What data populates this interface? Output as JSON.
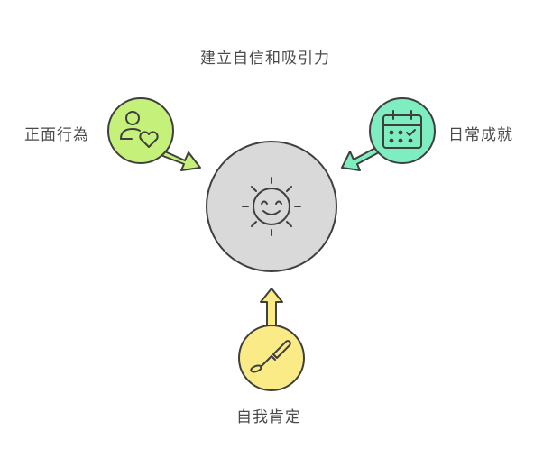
{
  "title": "建立自信和吸引力",
  "center": {
    "label": "",
    "icon": "smiling-sun-icon",
    "fill": "#d9d9d9"
  },
  "nodes": [
    {
      "id": "positive-behavior",
      "label": "正面行為",
      "icon": "person-heart-icon",
      "fill": "#c5f07a"
    },
    {
      "id": "daily-achievements",
      "label": "日常成就",
      "icon": "calendar-check-icon",
      "fill": "#7eeec0"
    },
    {
      "id": "self-affirmation",
      "label": "自我肯定",
      "icon": "paintbrush-icon",
      "fill": "#fbeb87"
    }
  ],
  "colors": {
    "stroke": "#3f3f3f",
    "text": "#4a4a4a"
  }
}
